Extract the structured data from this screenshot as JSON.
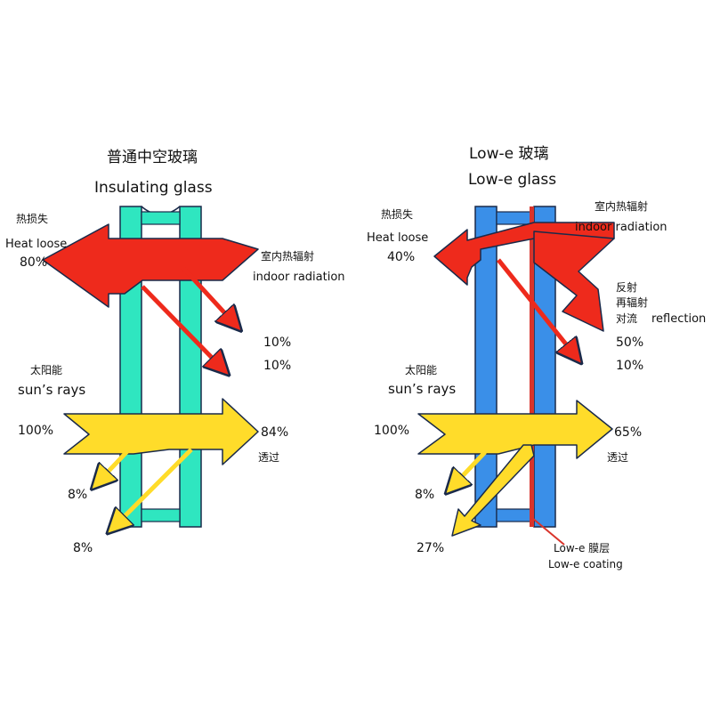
{
  "colors": {
    "insulating_glass": "#2fe6c0",
    "lowe_glass": "#3a8fe8",
    "coating": "#d9342b",
    "heat_arrow": "#ee2a1c",
    "sun_arrow": "#ffdc2a",
    "outline": "#1a2a4a"
  },
  "left": {
    "title_cn": "普通中空玻璃",
    "title_en": "Insulating glass",
    "heat_cn": "热损失",
    "heat_en": "Heat loose",
    "heat_pct": "80%",
    "indoor_cn": "室内热辐射",
    "indoor_en": "indoor radiation",
    "rad_pct_1": "10%",
    "rad_pct_2": "10%",
    "sun_cn": "太阳能",
    "sun_en": "sun’s rays",
    "sun_pct": "100%",
    "trans_pct": "84%",
    "trans_cn": "透过",
    "refl_pct_1": "8%",
    "refl_pct_2": "8%"
  },
  "right": {
    "title_cn": "Low-e 玻璃",
    "title_en": "Low-e glass",
    "heat_cn": "热损失",
    "heat_en": "Heat loose",
    "heat_pct": "40%",
    "indoor_cn": "室内热辐射",
    "indoor_en": "indoor radiation",
    "refl_cn_1": "反射",
    "refl_cn_2": "再辐射",
    "refl_cn_3": "对流",
    "refl_en": "reflection",
    "rad_pct_1": "50%",
    "rad_pct_2": "10%",
    "sun_cn": "太阳能",
    "sun_en": "sun’s rays",
    "sun_pct": "100%",
    "trans_pct": "65%",
    "trans_cn": "透过",
    "refl_pct_1": "8%",
    "refl_pct_2": "27%",
    "coating_cn": "Low-e 膜层",
    "coating_en": "Low-e coating"
  }
}
